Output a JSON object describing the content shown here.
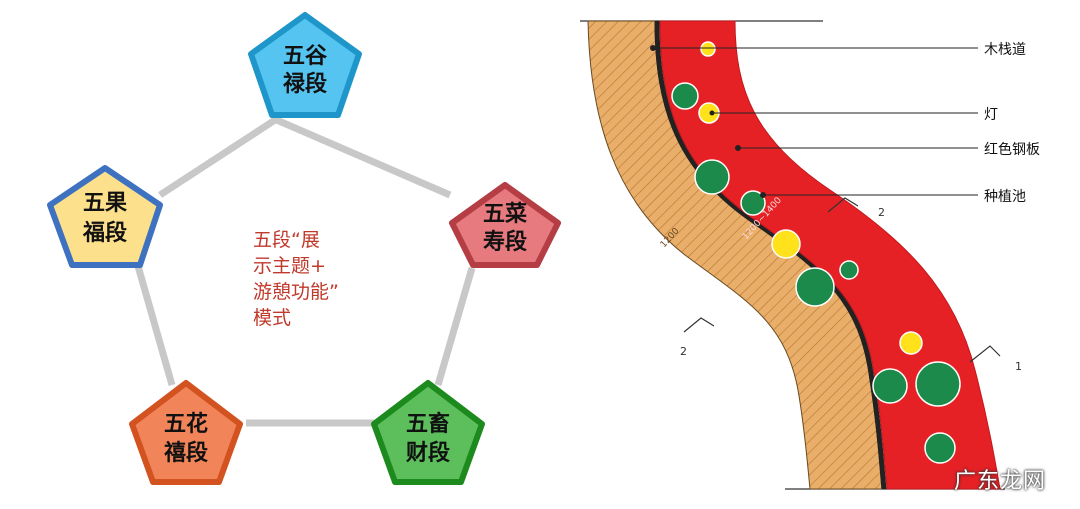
{
  "pentagons": [
    {
      "id": "top",
      "line1": "五谷",
      "line2": "禄段",
      "fill": "#56C4F0",
      "stroke": "#1E96C9"
    },
    {
      "id": "right",
      "line1": "五菜",
      "line2": "寿段",
      "fill": "#E77A7E",
      "stroke": "#B53D44"
    },
    {
      "id": "bottom-right",
      "line1": "五畜",
      "line2": "财段",
      "fill": "#5CBF5C",
      "stroke": "#1C8A1C"
    },
    {
      "id": "bottom-left",
      "line1": "五花",
      "line2": "禧段",
      "fill": "#F2845A",
      "stroke": "#D25220"
    },
    {
      "id": "left",
      "line1": "五果",
      "line2": "福段",
      "fill": "#FCE08C",
      "stroke": "#3E72C0"
    }
  ],
  "center_text": [
    "五段“展",
    "示主题+",
    "游憩功能”",
    "模式"
  ],
  "legend": [
    "木栈道",
    "灯",
    "红色钢板",
    "种植池"
  ],
  "section_marks": [
    "2",
    "2",
    "1"
  ],
  "dimensions": [
    "1200",
    "1200~1400"
  ],
  "watermark": "广东龙网",
  "colors": {
    "path_red": "#E52125",
    "wood": "#E8AE6A",
    "planter_green": "#1C8A4A",
    "lamp_yellow": "#FFE21C",
    "center_text": "#C0392B",
    "connector": "#C8C8C8"
  }
}
